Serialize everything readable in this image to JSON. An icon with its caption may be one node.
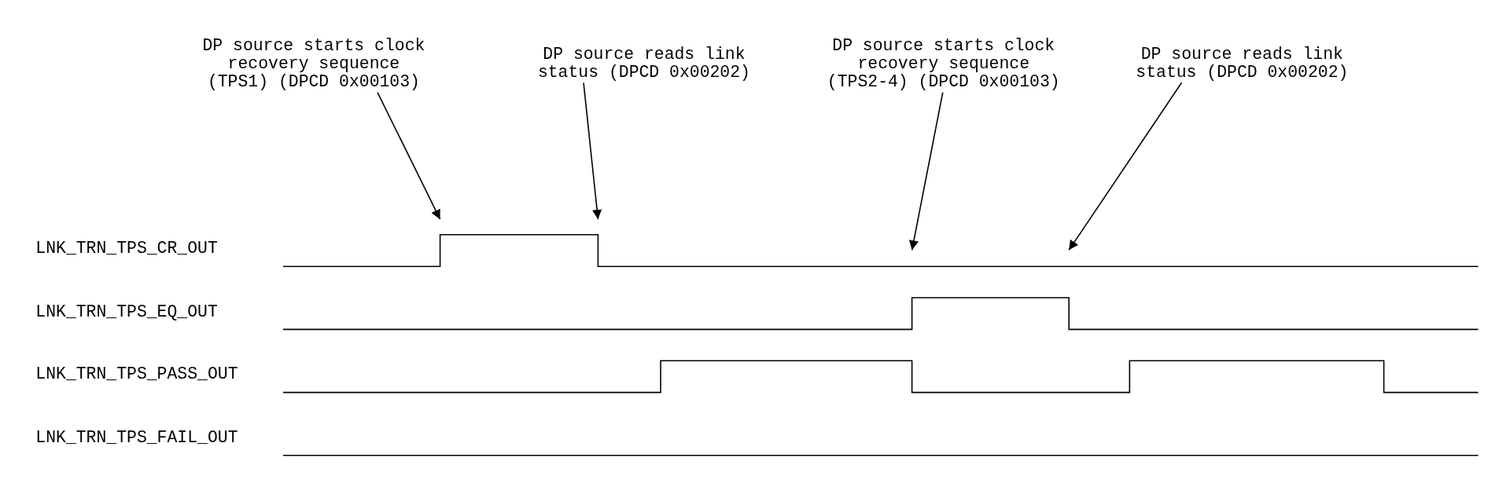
{
  "diagram": {
    "nodes": [
      {
        "text": [
          "DP source starts clock recovery sequence (TPS1) (DPCD 0x00103)"
        ]
      },
      {
        "text": [
          "DP source reads link status (DPCD 0x00202)"
        ]
      },
      {
        "text": [
          "DP source starts clock recovery sequence (TPS2-4) (DPCD 0x00103)"
        ]
      },
      {
        "text": [
          "DP source reads link status (DPCD 0x00202)"
        ]
      }
    ],
    "edges": [
      {
        "from": 0,
        "to": null,
        "arrow": "to"
      },
      {
        "from": 1,
        "to": null,
        "arrow": "to"
      },
      {
        "from": 2,
        "to": null,
        "arrow": "to"
      },
      {
        "from": 3,
        "to": null,
        "arrow": "to"
      }
    ],
    "labels": [
      "LNK_TRN_TPS_CR_OUT",
      "LNK_TRN_TPS_EQ_OUT",
      "LNK_TRN_TPS_PASS_OUT",
      "LNK_TRN_TPS_FAIL_OUT"
    ]
  }
}
